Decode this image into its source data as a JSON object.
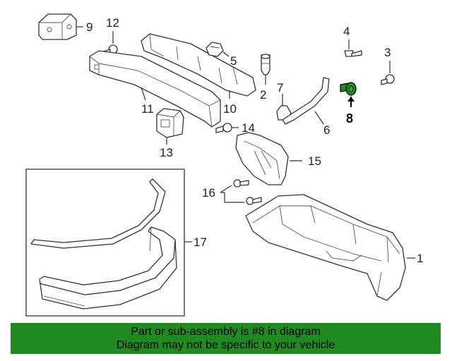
{
  "callouts": {
    "c1": "1",
    "c2": "2",
    "c3": "3",
    "c4": "4",
    "c5": "5",
    "c6": "6",
    "c7": "7",
    "c8": "8",
    "c9": "9",
    "c10": "10",
    "c11": "11",
    "c12": "12",
    "c13": "13",
    "c14": "14",
    "c15": "15",
    "c16": "16",
    "c17": "17"
  },
  "highlighted_part": "8",
  "highlight_color": "#1f8a1f",
  "banner": {
    "line1": "Part or sub-assembly is #8 in diagram",
    "line2": "Diagram may not be specific to your vehicle",
    "color": "#1f8a1f"
  }
}
